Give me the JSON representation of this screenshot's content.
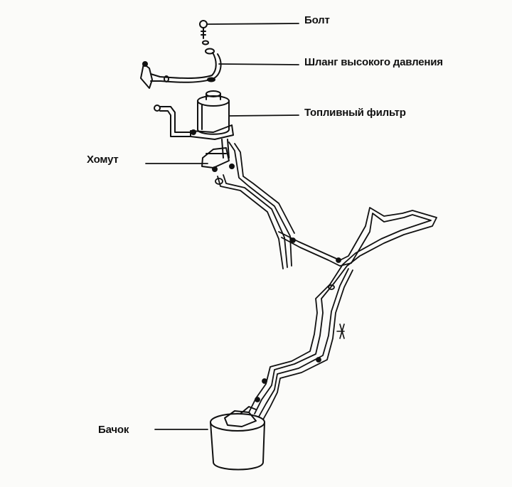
{
  "labels": {
    "bolt": "Болт",
    "high_pressure_hose": "Шланг высокого давления",
    "fuel_filter": "Топливный фильтр",
    "clamp": "Хомут",
    "tank": "Бачок"
  },
  "colors": {
    "ink": "#111111",
    "paper": "#fbfbf9"
  }
}
